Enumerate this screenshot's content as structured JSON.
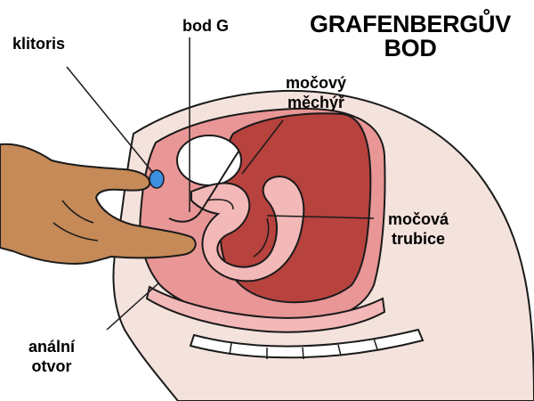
{
  "title": {
    "line1": "GRAFENBERGŮV",
    "line2": "BOD"
  },
  "labels": {
    "clitoris": "klitoris",
    "g_spot": "bod G",
    "bladder": {
      "line1": "močový",
      "line2": "měchýř"
    },
    "urethra": {
      "line1": "močová",
      "line2": "trubice"
    },
    "anus": {
      "line1": "anální",
      "line2": "otvor"
    }
  },
  "colors": {
    "skin_pale": "#f4e2dc",
    "tissue_pink": "#e99696",
    "tissue_light": "#f3b8b8",
    "tissue_dark": "#b7423e",
    "hand": "#c58a57",
    "clitoris_blue": "#3d8fe0",
    "outline": "#1a1a1a"
  }
}
